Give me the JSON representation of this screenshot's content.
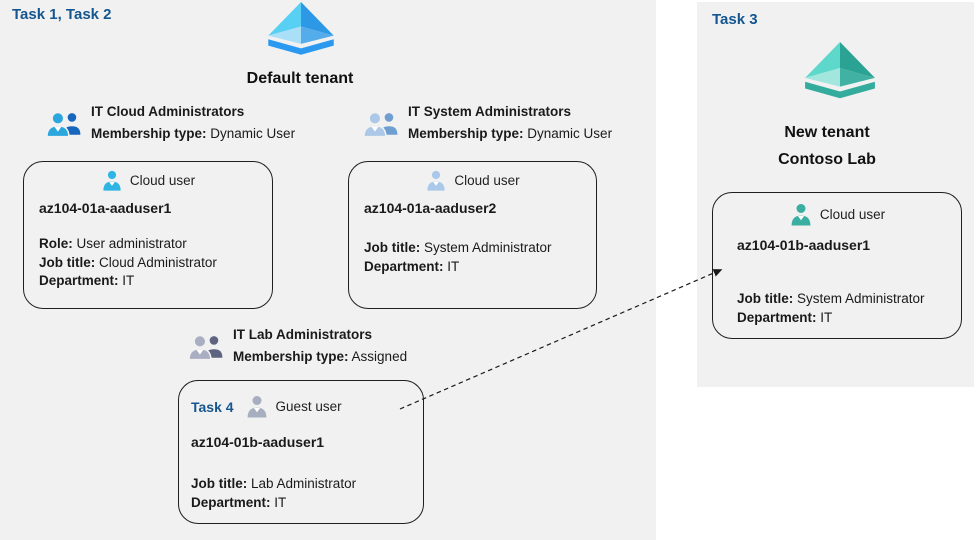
{
  "colors": {
    "panel_background": "#f1f1f2",
    "task_label_blue": "#15568f",
    "card_border": "#1f1f1f",
    "default_tenant_blue": "#2c98e6",
    "new_tenant_teal": "#2aa294"
  },
  "left_region": {
    "task_label": "Task 1, Task 2",
    "tenant_title": "Default tenant",
    "tenant_icon": "azure-ad-tenant-icon",
    "groups": [
      {
        "title": "IT Cloud Administrators",
        "membership_label": "Membership type:",
        "membership_value": "Dynamic User",
        "icon": "user-group-icon",
        "icon_front_color": "#2ba7de",
        "icon_back_color": "#1666bb"
      },
      {
        "title": "IT System Administrators",
        "membership_label": "Membership type:",
        "membership_value": "Dynamic User",
        "icon": "user-group-icon",
        "icon_front_color": "#abc8e8",
        "icon_back_color": "#6f9fd0"
      },
      {
        "title": "IT Lab Administrators",
        "membership_label": "Membership type:",
        "membership_value": "Assigned",
        "icon": "user-group-icon",
        "icon_front_color": "#a9aec2",
        "icon_back_color": "#5e6480"
      }
    ],
    "cards": [
      {
        "header_label": "Cloud user",
        "header_icon": "cloud-user-icon",
        "icon_color": "#2eb5e4",
        "user_name": "az104-01a-aaduser1",
        "fields": [
          {
            "label": "Role:",
            "value": "User administrator"
          },
          {
            "label": "Job title:",
            "value": "Cloud Administrator"
          },
          {
            "label": "Department:",
            "value": "IT"
          }
        ]
      },
      {
        "header_label": "Cloud user",
        "header_icon": "cloud-user-icon",
        "icon_color": "#aac9ea",
        "user_name": "az104-01a-aaduser2",
        "fields": [
          {
            "label": "Job title:",
            "value": "System Administrator"
          },
          {
            "label": "Department:",
            "value": "IT"
          }
        ]
      },
      {
        "task_label": "Task 4",
        "header_label": "Guest user",
        "header_icon": "guest-user-icon",
        "icon_color": "#a7aebf",
        "user_name": "az104-01b-aaduser1",
        "fields": [
          {
            "label": "Job title:",
            "value": "Lab Administrator"
          },
          {
            "label": "Department:",
            "value": "IT"
          }
        ]
      }
    ]
  },
  "right_region": {
    "task_label": "Task 3",
    "tenant_title_line1": "New tenant",
    "tenant_title_line2": "Contoso Lab",
    "tenant_icon": "azure-ad-tenant-icon-teal",
    "card": {
      "header_label": "Cloud user",
      "header_icon": "cloud-user-icon",
      "icon_color": "#3aaea0",
      "user_name": "az104-01b-aaduser1",
      "fields": [
        {
          "label": "Job title:",
          "value": "System Administrator"
        },
        {
          "label": "Department:",
          "value": "IT"
        }
      ]
    }
  },
  "arrow": {
    "style": "dashed",
    "from": "guest-user-card",
    "to": "contoso-cloud-user-card"
  }
}
